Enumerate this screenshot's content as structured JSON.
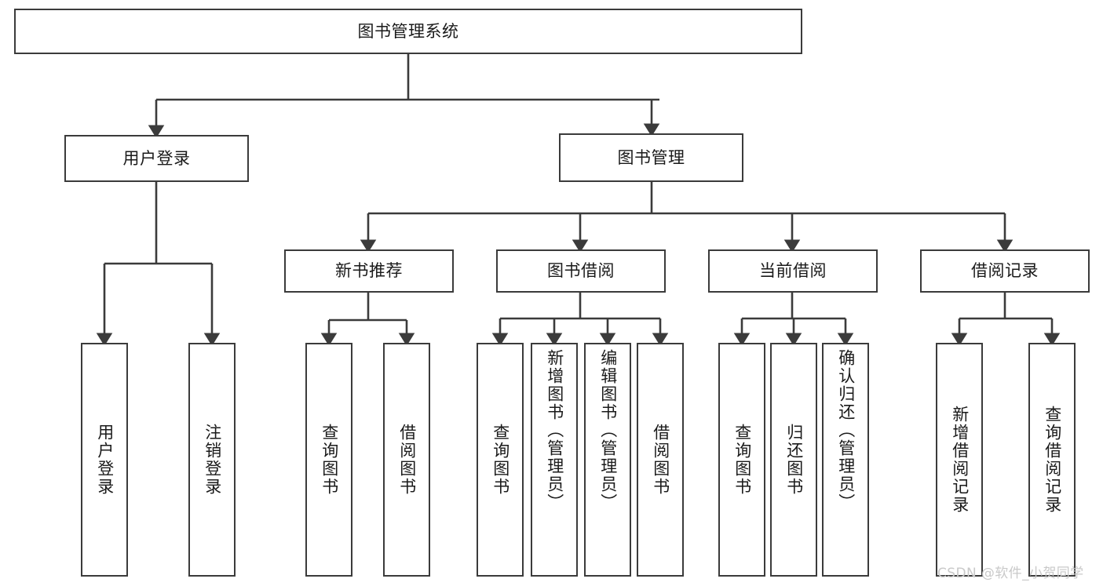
{
  "diagram": {
    "title": "图书管理系统",
    "type": "hierarchy-tree",
    "line_color": "#3b3b3b",
    "box_fill": "#ffffff",
    "text_color": "#1a1a1a",
    "root": {
      "label": "图书管理系统"
    },
    "level2": [
      {
        "label": "用户登录"
      },
      {
        "label": "图书管理"
      }
    ],
    "level3": [
      {
        "label": "新书推荐"
      },
      {
        "label": "图书借阅"
      },
      {
        "label": "当前借阅"
      },
      {
        "label": "借阅记录"
      }
    ],
    "leaves": {
      "user_login": [
        {
          "label": "用户登录"
        },
        {
          "label": "注销登录"
        }
      ],
      "new_book_recommend": [
        {
          "label": "查询图书"
        },
        {
          "label": "借阅图书"
        }
      ],
      "book_borrow": [
        {
          "label": "查询图书"
        },
        {
          "label": "新增图书（管理员）"
        },
        {
          "label": "编辑图书（管理员）"
        },
        {
          "label": "借阅图书"
        }
      ],
      "current_borrow": [
        {
          "label": "查询图书"
        },
        {
          "label": "归还图书"
        },
        {
          "label": "确认归还（管理员）"
        }
      ],
      "borrow_record": [
        {
          "label": "新增借阅记录"
        },
        {
          "label": "查询借阅记录"
        }
      ]
    }
  },
  "watermark": {
    "text": "CSDN @软件_小贺同学",
    "color": "#c9c9c9"
  }
}
